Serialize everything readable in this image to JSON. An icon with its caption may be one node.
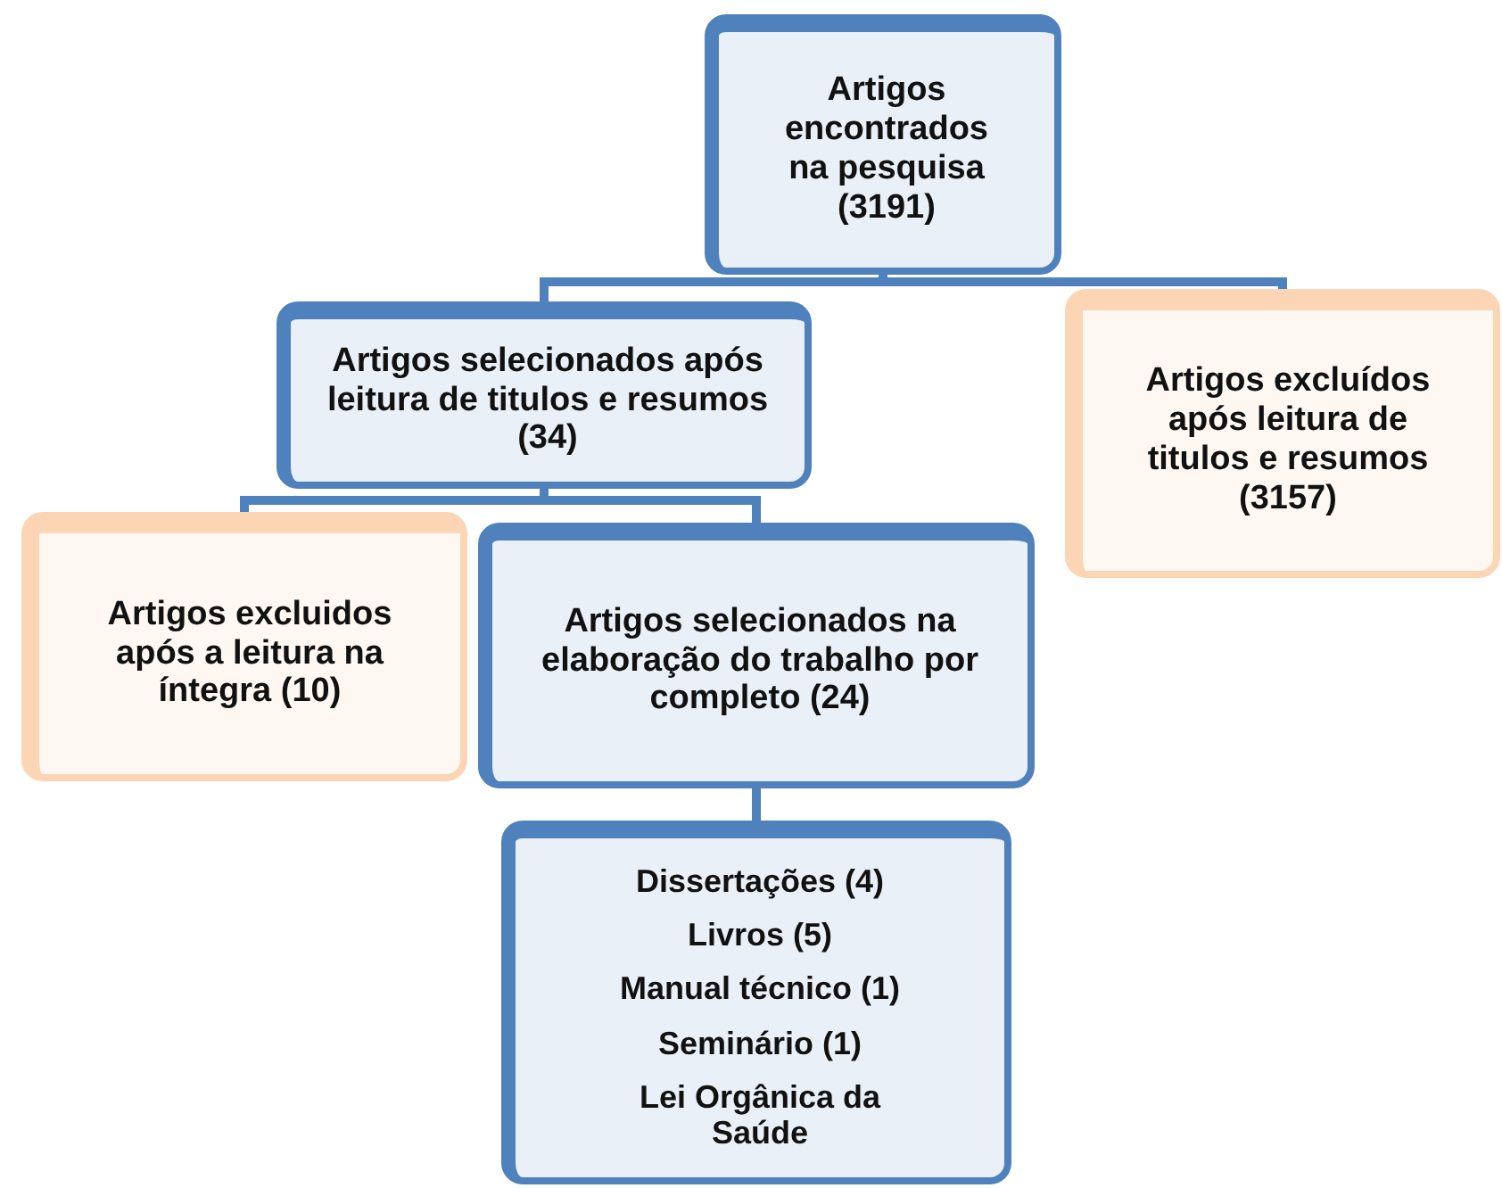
{
  "diagram": {
    "nodes": [
      {
        "text": [
          "Artigos encontrados na pesquisa (3191)"
        ]
      },
      {
        "text": [
          "Artigos selecionados após leitura de titulos e resumos (34)"
        ]
      },
      {
        "text": [
          "Artigos excluídos após leitura de titulos e resumos (3157)"
        ]
      },
      {
        "text": [
          "Artigos excluidos após a leitura na íntegra (10)"
        ]
      },
      {
        "text": [
          "Artigos selecionados na elaboração do trabalho por completo (24)"
        ]
      },
      {
        "text": [
          "Dissertações (4)",
          "Livros (5)",
          "Manual técnico (1)",
          "Seminário (1)",
          "Lei Orgânica da Saúde"
        ]
      }
    ],
    "edges": [
      {
        "from": 0,
        "to": 1,
        "arrow": "none"
      },
      {
        "from": 0,
        "to": 2,
        "arrow": "none"
      },
      {
        "from": 1,
        "to": 3,
        "arrow": "none"
      },
      {
        "from": 1,
        "to": 4,
        "arrow": "none"
      },
      {
        "from": 4,
        "to": 5,
        "arrow": "none"
      }
    ]
  }
}
